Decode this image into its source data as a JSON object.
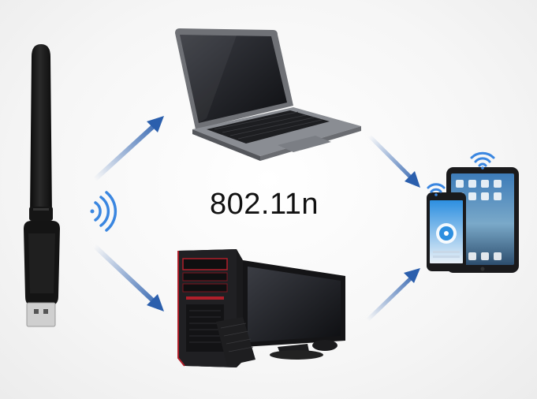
{
  "standard_label": "802.11n",
  "devices": {
    "adapter": "usb-wifi-adapter",
    "laptop": "laptop",
    "desktop": "desktop-computer",
    "mobile": "smartphone-and-tablet"
  },
  "colors": {
    "arrow": "#2b5fad",
    "signal": "#3a86e0",
    "device_dark": "#1c1c1e",
    "accent_red": "#b01f2a"
  }
}
